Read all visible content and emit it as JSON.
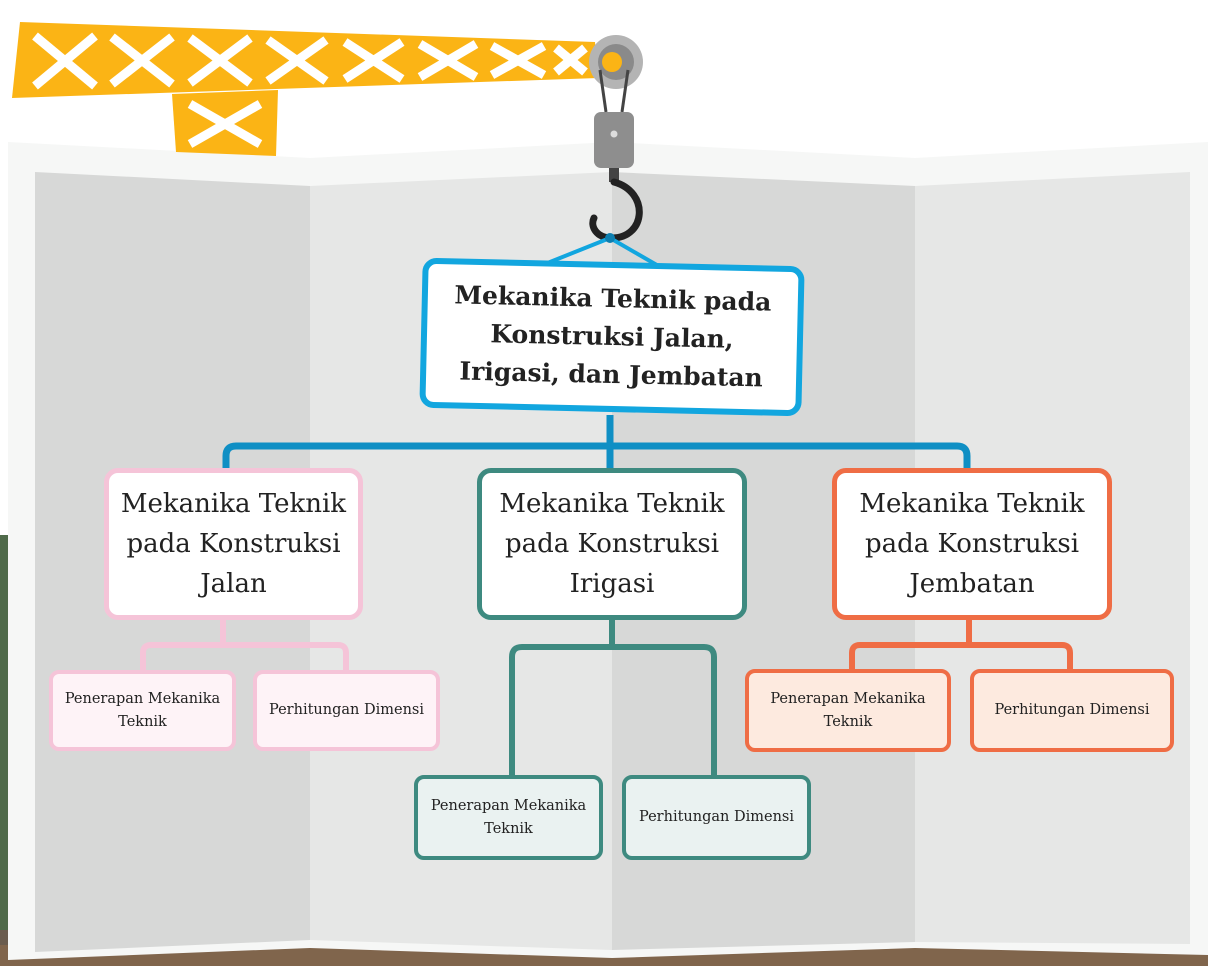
{
  "colors": {
    "root_border": "#12a6df",
    "jalan": "#f5c4d8",
    "irigasi": "#3e8a80",
    "jembatan": "#ef6d45",
    "crane": "#fbb415"
  },
  "root": {
    "label": "Mekanika Teknik pada Konstruksi Jalan, Irigasi, dan Jembatan"
  },
  "branches": [
    {
      "label": "Mekanika Teknik pada Konstruksi Jalan",
      "children": [
        "Penerapan Mekanika Teknik",
        "Perhitungan Dimensi"
      ]
    },
    {
      "label": "Mekanika Teknik pada Konstruksi Irigasi",
      "children": [
        "Penerapan Mekanika Teknik",
        "Perhitungan Dimensi"
      ]
    },
    {
      "label": "Mekanika Teknik pada Konstruksi Jembatan",
      "children": [
        "Penerapan Mekanika Teknik",
        "Perhitungan Dimensi"
      ]
    }
  ]
}
